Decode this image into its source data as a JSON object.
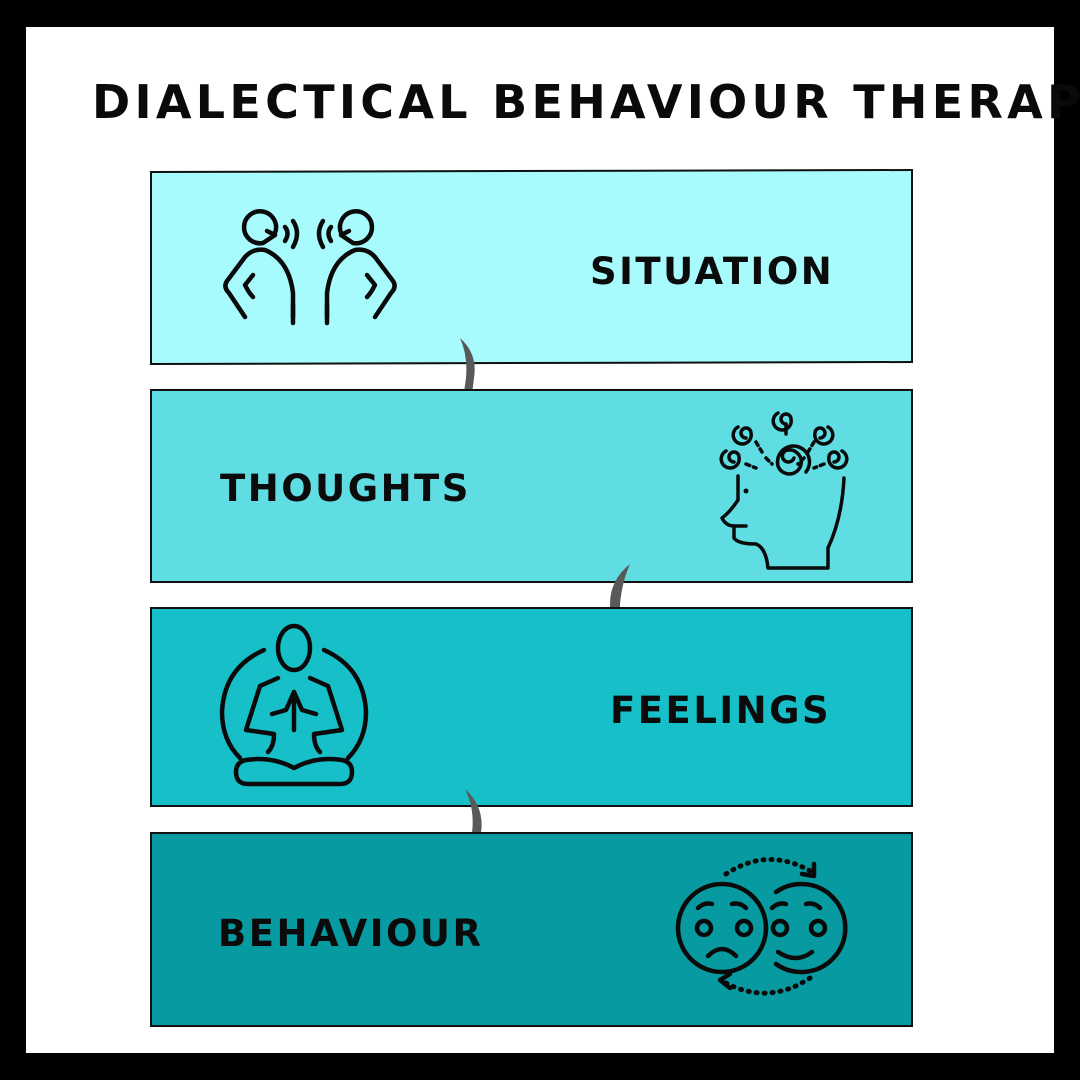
{
  "title": "DIALECTICAL BEHAVIOUR THERAPY",
  "colors": {
    "frame": "#000000",
    "background": "#ffffff",
    "situation": "#a8fbfd",
    "thoughts": "#5fdde3",
    "feelings": "#17bfc9",
    "behaviour": "#079aa0",
    "arrow": "#595959"
  },
  "steps": [
    {
      "label": "SITUATION",
      "icon": "two-people-talking-icon"
    },
    {
      "label": "THOUGHTS",
      "icon": "head-with-swirls-icon"
    },
    {
      "label": "FEELINGS",
      "icon": "meditation-icon"
    },
    {
      "label": "BEHAVIOUR",
      "icon": "sad-happy-faces-cycle-icon"
    }
  ]
}
